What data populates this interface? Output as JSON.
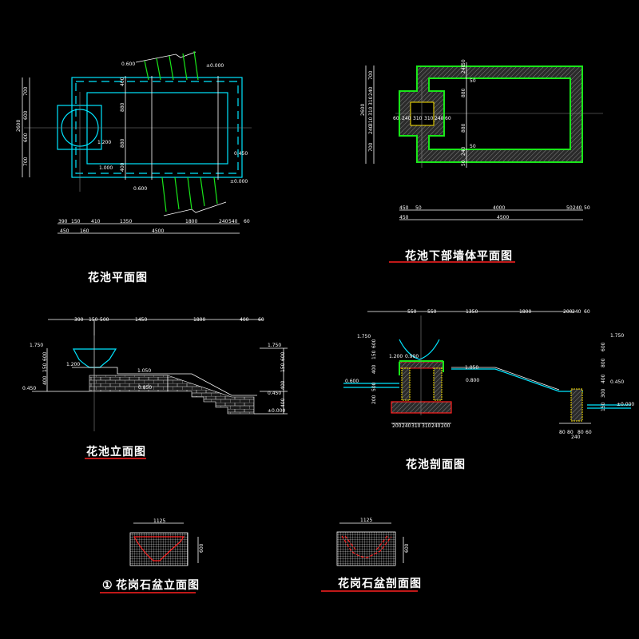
{
  "titles": {
    "plan": "花池平面图",
    "wall_plan": "花池下部墙体平面图",
    "elevation": "花池立面图",
    "section": "花池剖面图",
    "stone_basin_elevation_marker": "①",
    "stone_basin_elevation": "花岗石盆立面图",
    "stone_basin_section": "花岗石盆剖面图"
  },
  "plan": {
    "levels": [
      "0.600",
      "±0.000",
      "1.200",
      "1.000",
      "0.600",
      "±0.000",
      "0.450"
    ],
    "dims_bottom": [
      "390",
      "150",
      "410",
      "1350",
      "1800",
      "240",
      "540",
      "60"
    ],
    "dims_total": [
      "450",
      "160",
      "4500"
    ],
    "dims_left": [
      "700",
      "600",
      "600",
      "700",
      "2600"
    ],
    "dims_inner": [
      "400",
      "880",
      "880",
      "400"
    ]
  },
  "wall_plan": {
    "dims_left": [
      "700",
      "240",
      "310",
      "310",
      "310",
      "240",
      "700",
      "2600"
    ],
    "dims_row": [
      "60",
      "240",
      "310",
      "310",
      "240",
      "60"
    ],
    "dims_center": [
      "50",
      "240",
      "50",
      "880",
      "880",
      "50",
      "240",
      "50"
    ],
    "dims_bottom": [
      "450",
      "50",
      "4000",
      "50",
      "240",
      "50"
    ],
    "dims_total": [
      "450",
      "4500"
    ]
  },
  "elevation": {
    "dims_top": [
      "390",
      "150",
      "500",
      "1450",
      "1800",
      "400",
      "60"
    ],
    "levels": [
      "1.750",
      "1.200",
      "1.050",
      "0.850",
      "0.450",
      "1.750",
      "±0.000",
      "0.450"
    ],
    "dims_side": [
      "600",
      "150",
      "400",
      "600",
      "150",
      "400",
      "400"
    ]
  },
  "section": {
    "dims_top": [
      "550",
      "550",
      "1350",
      "1800",
      "200",
      "240",
      "60"
    ],
    "levels": [
      "1.750",
      "1.200",
      "0.900",
      "1.050",
      "0.800",
      "0.600",
      "1.750",
      "0.450",
      "±0.000"
    ],
    "dims_bottom": [
      "200",
      "240",
      "310",
      "310",
      "240",
      "200"
    ],
    "dims_right_bottom": [
      "80",
      "80",
      "80",
      "60",
      "240"
    ],
    "dims_side": [
      "600",
      "150",
      "400",
      "500",
      "200",
      "600",
      "800",
      "400",
      "300",
      "150"
    ]
  },
  "stone_basin": {
    "width": "1125",
    "height": "600"
  }
}
